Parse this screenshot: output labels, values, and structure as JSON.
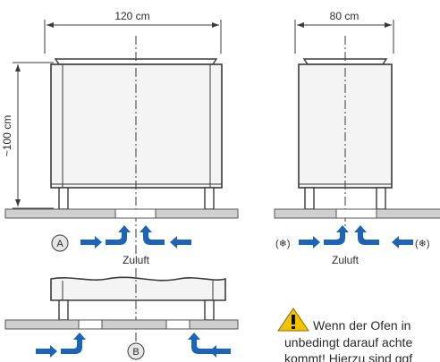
{
  "dimensions": {
    "width_front": "120 cm",
    "width_side": "80 cm",
    "height": "~100 cm"
  },
  "labels": {
    "marker_a": "A",
    "marker_b": "B",
    "zuluft_front": "Zuluft",
    "zuluft_side": "Zuluft",
    "fan_left": "(❄)",
    "fan_right": "(❄)"
  },
  "warning": {
    "line1": "Wenn der Ofen in",
    "line2": "unbedingt darauf achte",
    "line3": "kommt! Hierzu sind ggf"
  },
  "colors": {
    "arrow": "#1e64b4",
    "warning_fill": "#f2c400",
    "floor": "#cfcfcf"
  }
}
